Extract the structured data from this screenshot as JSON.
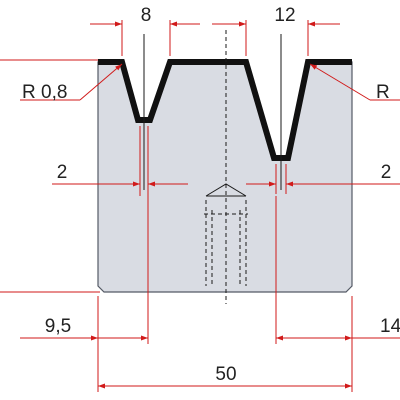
{
  "dimensions": {
    "small_v_opening": "8",
    "large_v_opening": "12",
    "radius_left": "R 0,8",
    "radius_right": "R",
    "small_v_bottom": "2",
    "large_v_bottom": "2",
    "left_offset": "9,5",
    "right_offset": "14",
    "total_width": "50"
  },
  "colors": {
    "die_fill": "#d9dce3",
    "die_outline": "#111111",
    "dimension_lines": "#d11a1a",
    "text": "#222222"
  }
}
